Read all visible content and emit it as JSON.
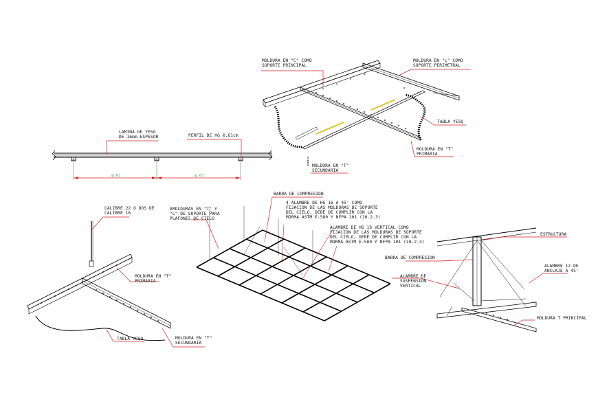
{
  "section_detail": {
    "label_lamina_1": "LAMINA DE YESO",
    "label_lamina_2": "DE 16mm ESPESOR",
    "label_perfil": "PERFIL DE HG @.61cm",
    "dim_1": "@.61",
    "dim_2": "@.61"
  },
  "iso_detail_top": {
    "moldura_c_1": "MOLDURA EN \"C\" COMO",
    "moldura_c_2": "SOPORTE PRINCIPAL",
    "moldura_l_1": "MOLDURA EN \"L\" COMO",
    "moldura_l_2": "SOPORTE PERIMETRAL",
    "tabla_yeso": "TABLA YESO",
    "moldura_t_prim_1": "MOLDURA EN \"T\"",
    "moldura_t_prim_2": "PRIMARIA",
    "moldura_t_sec_1": "MOLDURA EN \"T\"",
    "moldura_t_sec_2": "SECUNDARIA"
  },
  "tee_detail": {
    "calibre_1": "CALIBRE 22 O DOS DE",
    "calibre_2": "CALIBRE 16",
    "moldura_prim_1": "MOLDURA EN \"T\"",
    "moldura_prim_2": "PRIMARIA",
    "tabla_yeso": "TABLA YESO",
    "moldura_sec_1": "MOLDURA EN \"T\"",
    "moldura_sec_2": "SECUNDARIA"
  },
  "grid_detail": {
    "amolduras_1": "AMOLDURAS EN \"T\" Y",
    "amolduras_2": "\"L\" DE SOPORTE PARA",
    "amolduras_3": "PLAFONES DE CIELO",
    "barra": "BARRA DE COMPRESION",
    "alambre4_1": "4 ALAMBRE DE HG 16 A 45' COMO",
    "alambre4_2": "FIJACION DE LAS MOLDURAS DE SOPORTE",
    "alambre4_3": "DEL CIELO, DEBE DE CUMPLIR CON LA",
    "alambre4_4": "MORMA ASTM E-580 Y NFPA 101 (10.2.3)",
    "alambrev_1": "ALAMBRE DE HG 16 VERTICAL COMO",
    "alambrev_2": "FIJACION DE LAS MOLDURAS DE SOPORTE",
    "alambrev_3": "DEL CIELO, DEBE DE CUMPLIR CON LA",
    "alambrev_4": "MORMA ASTM E-580 Y NFPA 101 (10.2.3)"
  },
  "bracing_detail": {
    "estructura": "ESTRUCTURA",
    "barra": "BARRA DE COMPRESION",
    "alambre12_1": "ALAMBRE 12 DE",
    "alambre12_2": "ANCLAJE A 45'",
    "susp_1": "ALAMBRE DE",
    "susp_2": "SUSPENSION",
    "susp_3": "VERTICAL",
    "moldura_t": "MOLDURA T PRINCIPAL"
  },
  "colors": {
    "leader": "#d61f1f",
    "dimension": "#3aa84a",
    "line": "#000000",
    "accent": "#d9c421"
  }
}
